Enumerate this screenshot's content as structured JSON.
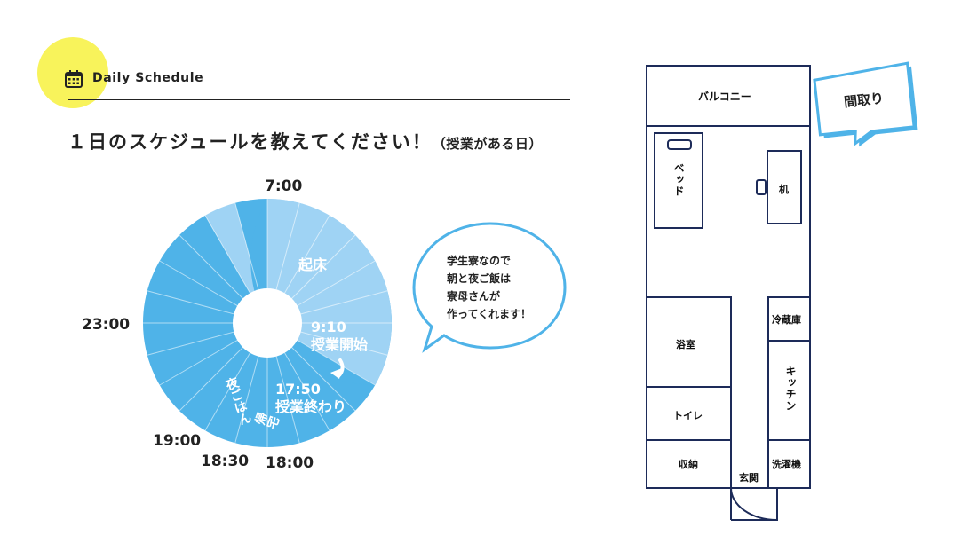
{
  "header": {
    "label": "Daily Schedule",
    "icon": "calendar-icon",
    "accent_color": "#f8f35b"
  },
  "title": {
    "main": "１日のスケジュールを教えてください！",
    "sub": "（授業がある日）"
  },
  "schedule": {
    "time_labels": {
      "t0700": "7:00",
      "t2300": "23:00",
      "t1900": "19:00",
      "t1830": "18:30",
      "t1800": "18:00"
    },
    "events": {
      "wake": "起床",
      "class_start_time": "9:10",
      "class_start": "授業開始",
      "class_end_time": "17:50",
      "class_end": "授業終わり",
      "home": "帰宅",
      "dinner": "夜ごはん"
    },
    "segments": [
      {
        "from": "7:00",
        "to": "9:10",
        "color": "#9fd3f4"
      },
      {
        "from": "9:10",
        "to": "18:00",
        "color": "#4fb3e8"
      },
      {
        "from": "18:00",
        "to": "18:30",
        "color": "#9fd3f4"
      },
      {
        "from": "18:30",
        "to": "19:00",
        "color": "#4fb3e8"
      },
      {
        "from": "19:00",
        "to": "23:00",
        "color": "#9fd3f4"
      },
      {
        "from": "23:00",
        "to": "7:00",
        "color": "#4fb3e8"
      }
    ]
  },
  "speech_bubble": {
    "lines": [
      "学生寮なので",
      "朝と夜ご飯は",
      "寮母さんが",
      "作ってくれます！"
    ],
    "border_color": "#4fb3e8"
  },
  "floorplan": {
    "tag": "間取り",
    "rooms": {
      "balcony": "バルコニー",
      "bed": "ベッド",
      "desk": "机",
      "bath": "浴室",
      "fridge": "冷蔵庫",
      "kitchen": "キッチン",
      "toilet": "トイレ",
      "storage": "収納",
      "entrance": "玄関",
      "washer": "洗濯機"
    },
    "line_color": "#1d2b59",
    "tag_color": "#4fb3e8"
  }
}
